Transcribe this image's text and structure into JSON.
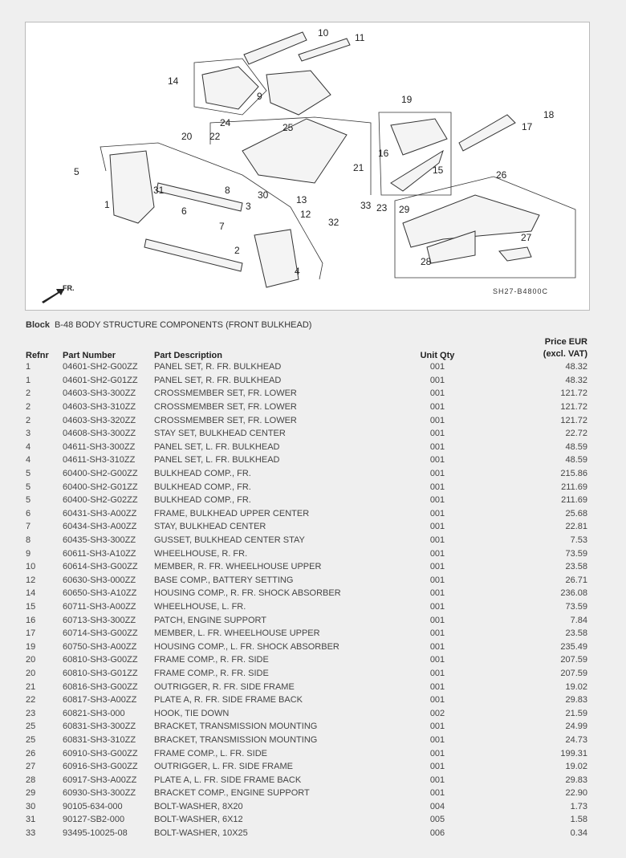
{
  "diagram": {
    "callouts": [
      "10",
      "11",
      "14",
      "9",
      "25",
      "24",
      "20",
      "22",
      "19",
      "16",
      "15",
      "18",
      "17",
      "5",
      "31",
      "8",
      "1",
      "6",
      "3",
      "7",
      "2",
      "4",
      "30",
      "13",
      "12",
      "21",
      "33",
      "32",
      "23",
      "26",
      "29",
      "27",
      "28"
    ],
    "direction_label": "FR.",
    "code": "SH27-B4800C"
  },
  "block": {
    "label": "Block",
    "title": "B-48 BODY STRUCTURE COMPONENTS (FRONT BULKHEAD)"
  },
  "table": {
    "headers": {
      "refnr": "Refnr",
      "part_number": "Part Number",
      "description": "Part Description",
      "qty": "Unit Qty",
      "price_line1": "Price EUR",
      "price_line2": "(excl. VAT)"
    },
    "rows": [
      [
        "1",
        "04601-SH2-G00ZZ",
        "PANEL SET, R. FR. BULKHEAD",
        "001",
        "48.32"
      ],
      [
        "1",
        "04601-SH2-G01ZZ",
        "PANEL SET, R. FR. BULKHEAD",
        "001",
        "48.32"
      ],
      [
        "2",
        "04603-SH3-300ZZ",
        "CROSSMEMBER SET, FR. LOWER",
        "001",
        "121.72"
      ],
      [
        "2",
        "04603-SH3-310ZZ",
        "CROSSMEMBER SET, FR. LOWER",
        "001",
        "121.72"
      ],
      [
        "2",
        "04603-SH3-320ZZ",
        "CROSSMEMBER SET, FR. LOWER",
        "001",
        "121.72"
      ],
      [
        "3",
        "04608-SH3-300ZZ",
        "STAY SET, BULKHEAD CENTER",
        "001",
        "22.72"
      ],
      [
        "4",
        "04611-SH3-300ZZ",
        "PANEL SET, L. FR. BULKHEAD",
        "001",
        "48.59"
      ],
      [
        "4",
        "04611-SH3-310ZZ",
        "PANEL SET, L. FR. BULKHEAD",
        "001",
        "48.59"
      ],
      [
        "5",
        "60400-SH2-G00ZZ",
        "BULKHEAD COMP., FR.",
        "001",
        "215.86"
      ],
      [
        "5",
        "60400-SH2-G01ZZ",
        "BULKHEAD COMP., FR.",
        "001",
        "211.69"
      ],
      [
        "5",
        "60400-SH2-G02ZZ",
        "BULKHEAD COMP., FR.",
        "001",
        "211.69"
      ],
      [
        "6",
        "60431-SH3-A00ZZ",
        "FRAME, BULKHEAD UPPER CENTER",
        "001",
        "25.68"
      ],
      [
        "7",
        "60434-SH3-A00ZZ",
        "STAY, BULKHEAD CENTER",
        "001",
        "22.81"
      ],
      [
        "8",
        "60435-SH3-300ZZ",
        "GUSSET, BULKHEAD CENTER STAY",
        "001",
        "7.53"
      ],
      [
        "9",
        "60611-SH3-A10ZZ",
        "WHEELHOUSE, R. FR.",
        "001",
        "73.59"
      ],
      [
        "10",
        "60614-SH3-G00ZZ",
        "MEMBER, R. FR. WHEELHOUSE UPPER",
        "001",
        "23.58"
      ],
      [
        "12",
        "60630-SH3-000ZZ",
        "BASE COMP., BATTERY SETTING",
        "001",
        "26.71"
      ],
      [
        "14",
        "60650-SH3-A10ZZ",
        "HOUSING COMP., R. FR. SHOCK ABSORBER",
        "001",
        "236.08"
      ],
      [
        "15",
        "60711-SH3-A00ZZ",
        "WHEELHOUSE, L. FR.",
        "001",
        "73.59"
      ],
      [
        "16",
        "60713-SH3-300ZZ",
        "PATCH, ENGINE SUPPORT",
        "001",
        "7.84"
      ],
      [
        "17",
        "60714-SH3-G00ZZ",
        "MEMBER, L. FR. WHEELHOUSE UPPER",
        "001",
        "23.58"
      ],
      [
        "19",
        "60750-SH3-A00ZZ",
        "HOUSING COMP., L. FR. SHOCK ABSORBER",
        "001",
        "235.49"
      ],
      [
        "20",
        "60810-SH3-G00ZZ",
        "FRAME COMP., R. FR. SIDE",
        "001",
        "207.59"
      ],
      [
        "20",
        "60810-SH3-G01ZZ",
        "FRAME COMP., R. FR. SIDE",
        "001",
        "207.59"
      ],
      [
        "21",
        "60816-SH3-G00ZZ",
        "OUTRIGGER, R. FR. SIDE FRAME",
        "001",
        "19.02"
      ],
      [
        "22",
        "60817-SH3-A00ZZ",
        "PLATE A, R. FR. SIDE FRAME BACK",
        "001",
        "29.83"
      ],
      [
        "23",
        "60821-SH3-000",
        "HOOK, TIE DOWN",
        "002",
        "21.59"
      ],
      [
        "25",
        "60831-SH3-300ZZ",
        "BRACKET, TRANSMISSION MOUNTING",
        "001",
        "24.99"
      ],
      [
        "25",
        "60831-SH3-310ZZ",
        "BRACKET, TRANSMISSION MOUNTING",
        "001",
        "24.73"
      ],
      [
        "26",
        "60910-SH3-G00ZZ",
        "FRAME COMP., L. FR. SIDE",
        "001",
        "199.31"
      ],
      [
        "27",
        "60916-SH3-G00ZZ",
        "OUTRIGGER, L. FR. SIDE FRAME",
        "001",
        "19.02"
      ],
      [
        "28",
        "60917-SH3-A00ZZ",
        "PLATE A, L. FR. SIDE FRAME BACK",
        "001",
        "29.83"
      ],
      [
        "29",
        "60930-SH3-300ZZ",
        "BRACKET COMP., ENGINE SUPPORT",
        "001",
        "22.90"
      ],
      [
        "30",
        "90105-634-000",
        "BOLT-WASHER, 8X20",
        "004",
        "1.73"
      ],
      [
        "31",
        "90127-SB2-000",
        "BOLT-WASHER, 6X12",
        "005",
        "1.58"
      ],
      [
        "33",
        "93495-10025-08",
        "BOLT-WASHER, 10X25",
        "006",
        "0.34"
      ]
    ]
  }
}
